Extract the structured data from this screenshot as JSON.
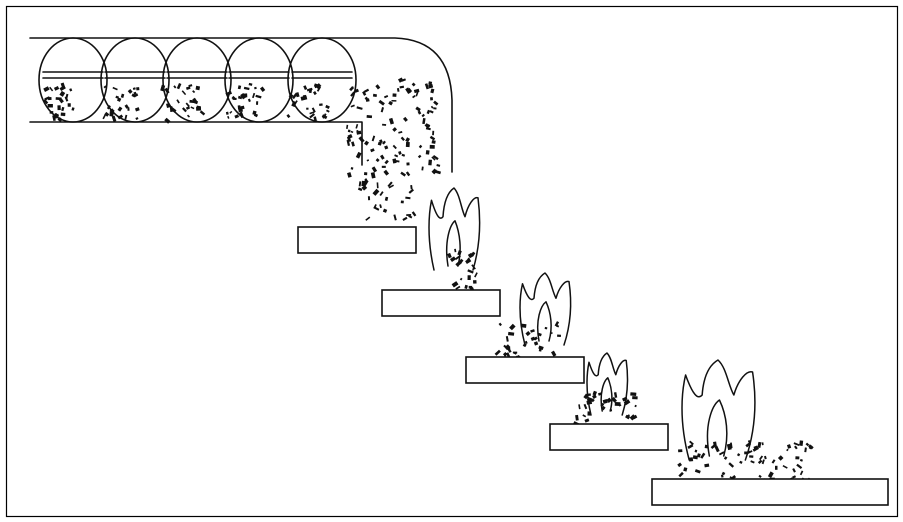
{
  "figure": {
    "frame_color": "#000000",
    "stroke_color": "#111111",
    "background": "#ffffff",
    "components": {
      "screw_conveyor_flights": 5,
      "stepped_grate_plates": 5,
      "flame_clusters": 4
    }
  }
}
